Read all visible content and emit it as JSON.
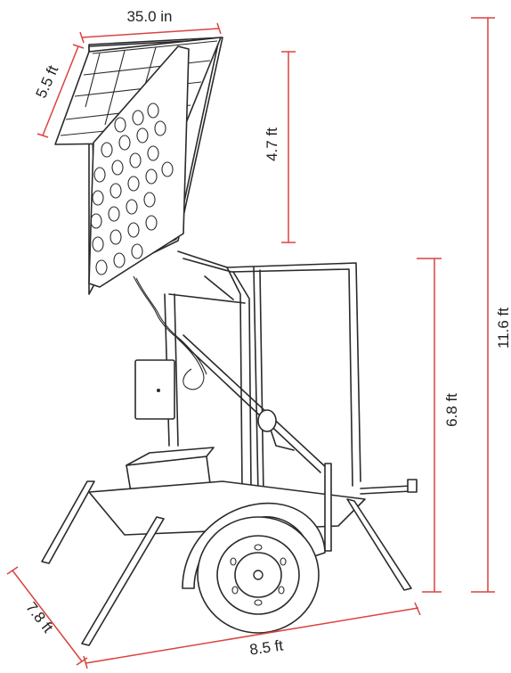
{
  "diagram": {
    "dimensions": {
      "panel_width": "35.0 in",
      "panel_height": "5.5 ft",
      "panel_raise": "4.7 ft",
      "overall_height": "11.6 ft",
      "frame_height": "6.8 ft",
      "trailer_length": "8.5 ft",
      "trailer_width": "7.8 ft"
    },
    "colors": {
      "dimension_line": "#d9443f",
      "line_art": "#2a2a2a",
      "label_text": "#222222"
    }
  }
}
